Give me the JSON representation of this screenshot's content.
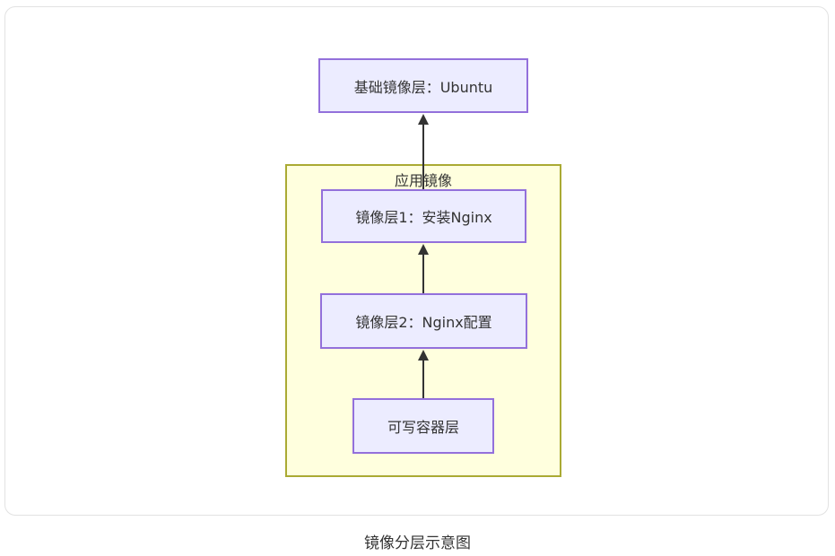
{
  "diagram": {
    "nodes": {
      "base": {
        "label": "基础镜像层：Ubuntu"
      },
      "layer1": {
        "label": "镜像层1：安装Nginx"
      },
      "layer2": {
        "label": "镜像层2：Nginx配置"
      },
      "writable": {
        "label": "可写容器层"
      }
    },
    "cluster": {
      "label": "应用镜像"
    },
    "edges": [
      {
        "from": "writable",
        "to": "layer2",
        "direction": "up"
      },
      {
        "from": "layer2",
        "to": "layer1",
        "direction": "up"
      },
      {
        "from": "layer1",
        "to": "base",
        "direction": "up"
      }
    ],
    "caption": "镜像分层示意图",
    "colors": {
      "node_fill": "#ECECFF",
      "node_border": "#9370DB",
      "cluster_fill": "#FFFFDE",
      "cluster_border": "#AAAA33",
      "arrow": "#333333",
      "text": "#333333",
      "card_border": "#E2E2E2",
      "background": "#FFFFFF"
    }
  }
}
